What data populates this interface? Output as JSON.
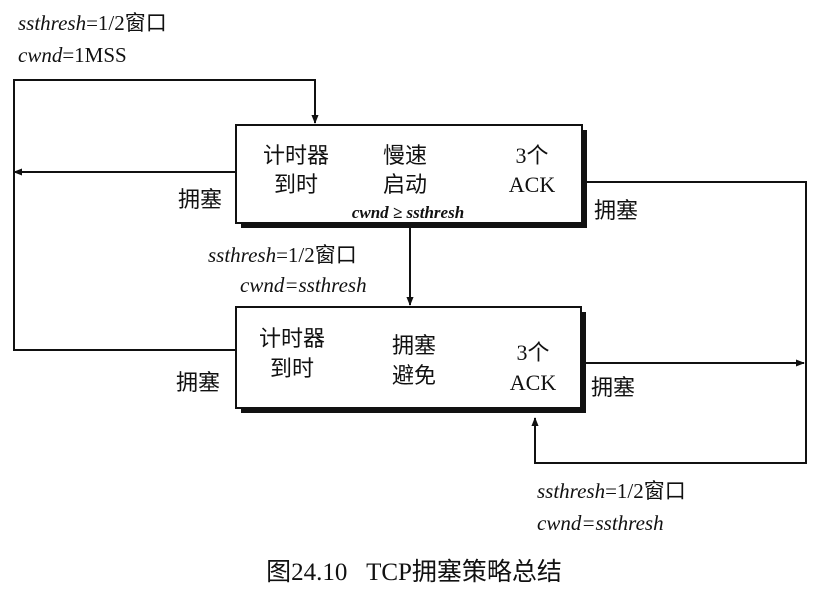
{
  "top_note": {
    "line1_var": "ssthresh",
    "line1_eq": "=1/2窗口",
    "line2_var": "cwnd",
    "line2_eq": "=1MSS"
  },
  "slow_start": {
    "timeout_l1": "计时器",
    "timeout_l2": "到时",
    "state_l1": "慢速",
    "state_l2": "启动",
    "ack_l1": "3个",
    "ack_l2": "ACK",
    "condition": "cwnd ≥ ssthresh"
  },
  "middle_note": {
    "line1_var": "ssthresh",
    "line1_eq": "=1/2窗口",
    "line2_var": "cwnd=ssthresh"
  },
  "congestion_avoidance": {
    "timeout_l1": "计时器",
    "timeout_l2": "到时",
    "state_l1": "拥塞",
    "state_l2": "避免",
    "ack_l1": "3个",
    "ack_l2": "ACK"
  },
  "labels": {
    "congestion_left_top": "拥塞",
    "congestion_right_top": "拥塞",
    "congestion_left_bottom": "拥塞",
    "congestion_right_bottom": "拥塞"
  },
  "bottom_note": {
    "line1_var": "ssthresh",
    "line1_eq": "=1/2窗口",
    "line2_var": "cwnd=ssthresh"
  },
  "caption": "图24.10   TCP拥塞策略总结"
}
